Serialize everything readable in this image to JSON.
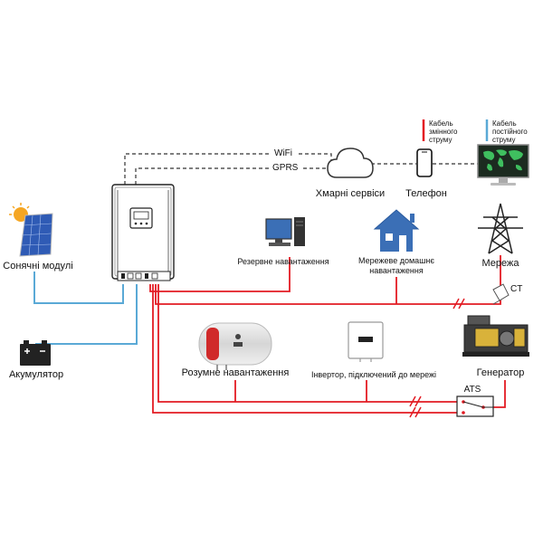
{
  "colors": {
    "ac_cable": "#e31b23",
    "dc_cable": "#5aa9d6",
    "dashed": "#333333"
  },
  "legend": {
    "ac": "Кабель змінного струму",
    "dc": "Кабель постійного струму"
  },
  "links": {
    "wifi": "WiFi",
    "gprs": "GPRS"
  },
  "nodes": {
    "cloud": "Хмарні сервіси",
    "phone": "Телефон",
    "solar": "Сонячні модулі",
    "backup_load": "Резервне навантаження",
    "home_load": "Мережеве домашнє навантаження",
    "grid": "Мережа",
    "ct": "CT",
    "battery": "Акумулятор",
    "smart_load": "Розумне навантаження",
    "grid_inverter": "Інвертор, підключений до мережі",
    "generator": "Генератор",
    "ats": "ATS"
  },
  "icons": {
    "inverter": "hybrid-inverter-icon",
    "cloud": "cloud-icon",
    "phone": "smartphone-icon",
    "monitor": "world-map-monitor-icon",
    "solar": "solar-panel-icon",
    "pc": "desktop-computer-icon",
    "house": "house-icon",
    "tower": "power-tower-icon",
    "battery": "battery-icon",
    "boiler": "water-heater-icon",
    "grid_inverter": "grid-inverter-icon",
    "generator": "generator-icon",
    "ct": "current-transformer-icon",
    "ats": "ats-switch-icon"
  }
}
